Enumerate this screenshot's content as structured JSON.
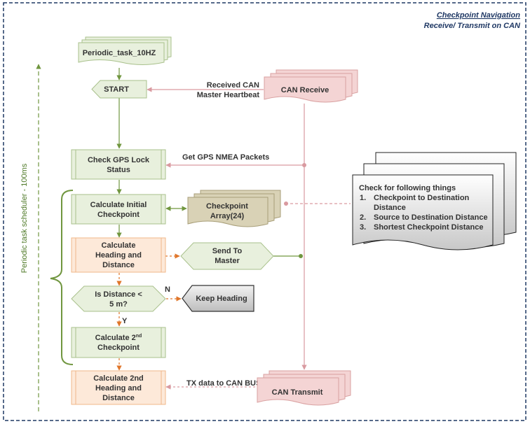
{
  "header": {
    "title": "Checkpoint Navigation",
    "subtitle": "Receive/ Transmit on CAN"
  },
  "sidebar_label": "Periodic task scheduler - 100ms",
  "nodes": {
    "periodic_task": "Periodic_task_10HZ",
    "start": "START",
    "can_receive": "CAN Receive",
    "check_gps_line1": "Check GPS Lock",
    "check_gps_line2": "Status",
    "calc_initial_line1": "Calculate Initial",
    "calc_initial_line2": "Checkpoint",
    "checkpoint_array_line1": "Checkpoint",
    "checkpoint_array_line2": "Array(24)",
    "calc_heading_line1": "Calculate",
    "calc_heading_line2": "Heading and",
    "calc_heading_line3": "Distance",
    "send_master_line1": "Send To",
    "send_master_line2": "Master",
    "is_distance_line1": "Is Distance <",
    "is_distance_line2": "5 m?",
    "keep_heading": "Keep Heading",
    "calc_second_line1_main": "Calculate 2",
    "calc_second_line1_sup": "nd",
    "calc_second_line2": "Checkpoint",
    "calc_2nd_heading_line1": "Calculate 2nd",
    "calc_2nd_heading_line2": "Heading and",
    "calc_2nd_heading_line3": "Distance",
    "can_transmit": "CAN Transmit"
  },
  "edge_labels": {
    "received_can_line1": "Received CAN",
    "received_can_line2": "Master Heartbeat",
    "get_gps": "Get GPS NMEA Packets",
    "tx_data": "TX data to CAN BUS",
    "no": "N",
    "yes": "Y"
  },
  "note": {
    "heading": "Check for following things",
    "items": [
      {
        "num": "1.",
        "line1": "Checkpoint to Destination",
        "line2": "Distance"
      },
      {
        "num": "2.",
        "line1": "Source to Destination Distance",
        "line2": ""
      },
      {
        "num": "3.",
        "line1": "Shortest Checkpoint Distance",
        "line2": ""
      }
    ]
  },
  "colors": {
    "green_fill": "#e8f0dd",
    "green_stroke": "#a9c18c",
    "green_arrow": "#70963f",
    "pink_fill": "#f4d4d4",
    "pink_stroke": "#d9a1a1",
    "pink_line": "#d99aa0",
    "orange_fill": "#fde9d9",
    "orange_stroke": "#f0b88a",
    "orange_arrow": "#e0762a",
    "tan_fill": "#d9d2b6",
    "gray_fill": "#d0d0d0",
    "frame": "#1f3864"
  }
}
